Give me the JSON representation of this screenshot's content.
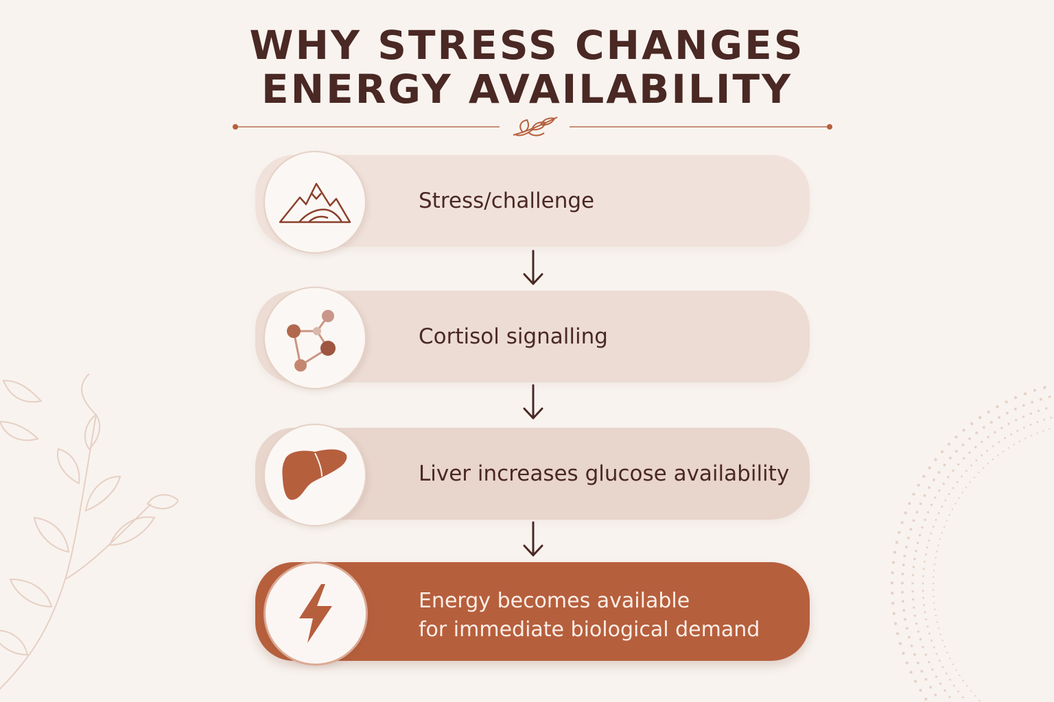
{
  "title": {
    "line1": "WHY STRESS CHANGES",
    "line2": "ENERGY AVAILABILITY"
  },
  "colors": {
    "background": "#f8f3ef",
    "heading": "#4a2824",
    "accent": "#b65f3d",
    "step_tint_1": "#f0e2db",
    "step_tint_2": "#ecdcd4",
    "step_tint_3": "#e8d5cc"
  },
  "steps": [
    {
      "icon": "mountain-icon",
      "label": "Stress/challenge"
    },
    {
      "icon": "molecule-icon",
      "label": "Cortisol signalling"
    },
    {
      "icon": "liver-icon",
      "label": "Liver increases glucose availability"
    },
    {
      "icon": "lightning-bolt-icon",
      "label_line1": "Energy becomes available",
      "label_line2": "for immediate biological demand"
    }
  ],
  "connectors": [
    "arrow-down-icon",
    "arrow-down-icon",
    "arrow-down-icon"
  ],
  "decorations": [
    "leaf-branch-icon",
    "dotted-arc",
    "sprig-icon"
  ]
}
